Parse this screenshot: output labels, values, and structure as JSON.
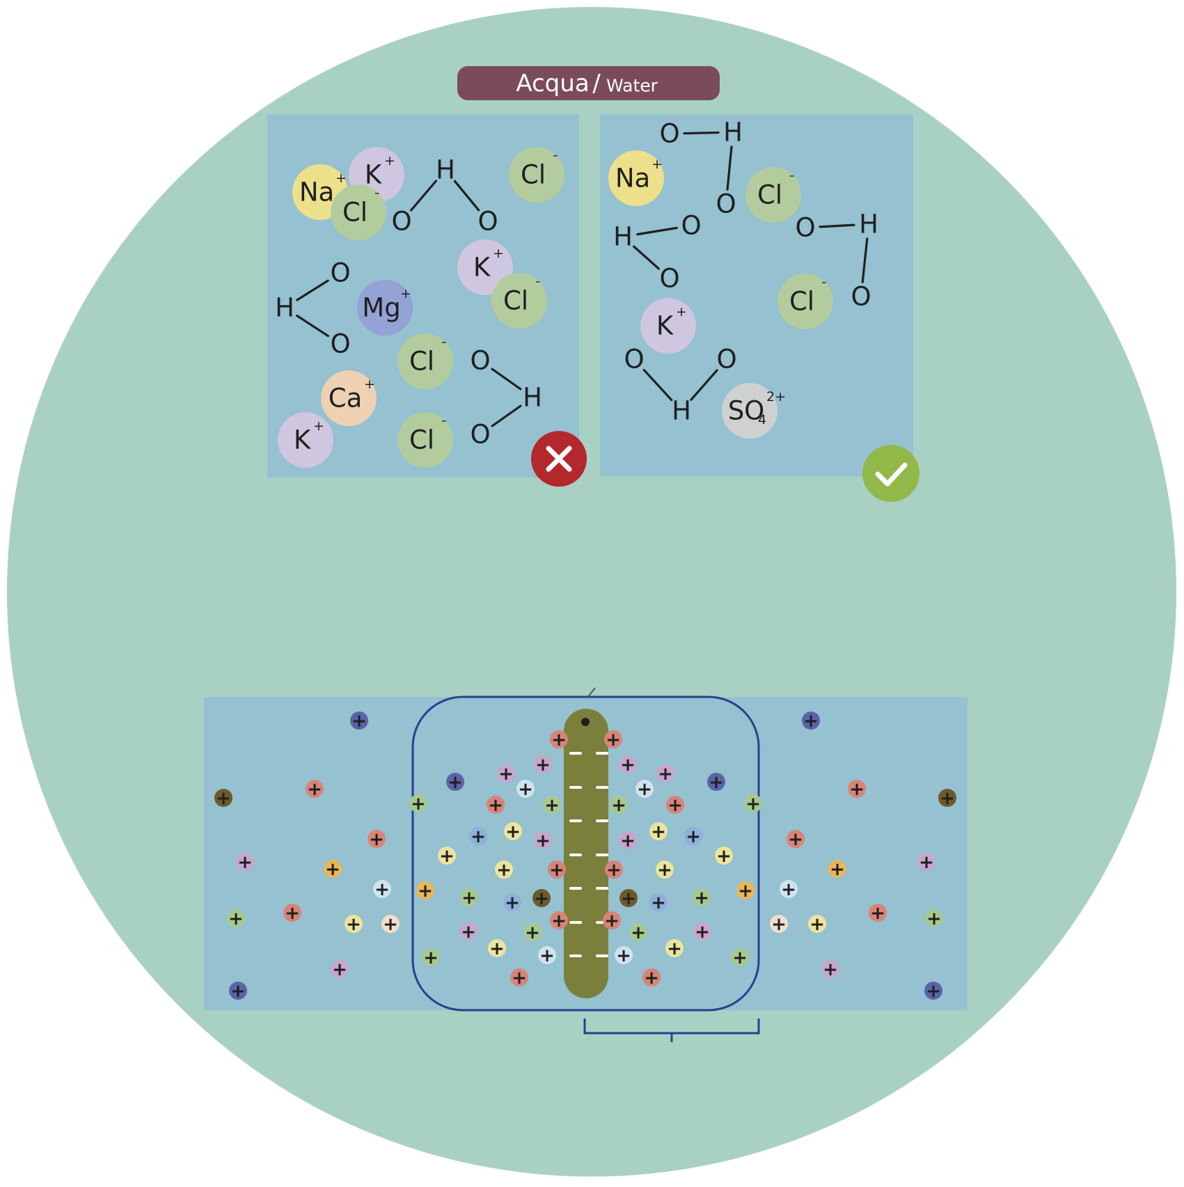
{
  "title": {
    "main": "Acqua",
    "separator": "/",
    "sub": "Water"
  },
  "colors": {
    "background": "#a8d1c3",
    "panel": "#95c1d0",
    "title_bar": "#7b4b5a",
    "reject_badge": "#b3282d",
    "accept_badge": "#93b84a",
    "electrode": "#7b7f3c",
    "chamber_outline": "#2a3f8f",
    "ion_na": "#ede08a",
    "ion_k": "#cfc6e0",
    "ion_cl": "#b3cc9d",
    "ion_mg": "#93a3d6",
    "ion_ca": "#eed1b3",
    "ion_so4": "#cfd1d1"
  },
  "panels": [
    {
      "id": "impure",
      "badge": "reject-icon",
      "atoms": [
        {
          "t": "H"
        },
        {
          "t": "O"
        },
        {
          "t": "O"
        },
        {
          "t": "O"
        },
        {
          "t": "H"
        },
        {
          "t": "O"
        },
        {
          "t": "O"
        },
        {
          "t": "H"
        },
        {
          "t": "O"
        }
      ],
      "ions": [
        {
          "sym": "Na",
          "charge": "+",
          "kind": "na"
        },
        {
          "sym": "K",
          "charge": "+",
          "kind": "k"
        },
        {
          "sym": "Cl",
          "charge": "¯",
          "kind": "cl"
        },
        {
          "sym": "Cl",
          "charge": "¯",
          "kind": "cl"
        },
        {
          "sym": "K",
          "charge": "+",
          "kind": "k"
        },
        {
          "sym": "Cl",
          "charge": "¯",
          "kind": "cl"
        },
        {
          "sym": "Mg",
          "charge": "+",
          "kind": "mg"
        },
        {
          "sym": "Cl",
          "charge": "¯",
          "kind": "cl"
        },
        {
          "sym": "Ca",
          "charge": "+",
          "kind": "ca"
        },
        {
          "sym": "K",
          "charge": "+",
          "kind": "k"
        },
        {
          "sym": "Cl",
          "charge": "¯",
          "kind": "cl"
        }
      ]
    },
    {
      "id": "pure",
      "badge": "accept-icon",
      "atoms": [
        {
          "t": "O"
        },
        {
          "t": "H"
        },
        {
          "t": "O"
        },
        {
          "t": "H"
        },
        {
          "t": "O"
        },
        {
          "t": "O"
        },
        {
          "t": "O"
        },
        {
          "t": "H"
        },
        {
          "t": "O"
        },
        {
          "t": "O"
        },
        {
          "t": "H"
        },
        {
          "t": "O"
        }
      ],
      "ions": [
        {
          "sym": "Na",
          "charge": "+",
          "kind": "na"
        },
        {
          "sym": "Cl",
          "charge": "¯",
          "kind": "cl"
        },
        {
          "sym": "Cl",
          "charge": "¯",
          "kind": "cl"
        },
        {
          "sym": "K",
          "charge": "+",
          "kind": "k"
        },
        {
          "sym": "SO",
          "sub": "4",
          "charge": "2+",
          "kind": "so4"
        }
      ]
    }
  ],
  "electrode_diagram": {
    "cation_symbol": "+",
    "cation_colors": [
      "#5a63a8",
      "#d88478",
      "#c7a6cc",
      "#ece49e",
      "#e9b659",
      "#a7c990",
      "#6d5a2a",
      "#f1ddcb",
      "#cfe3ee",
      "#8fb0dc"
    ]
  }
}
